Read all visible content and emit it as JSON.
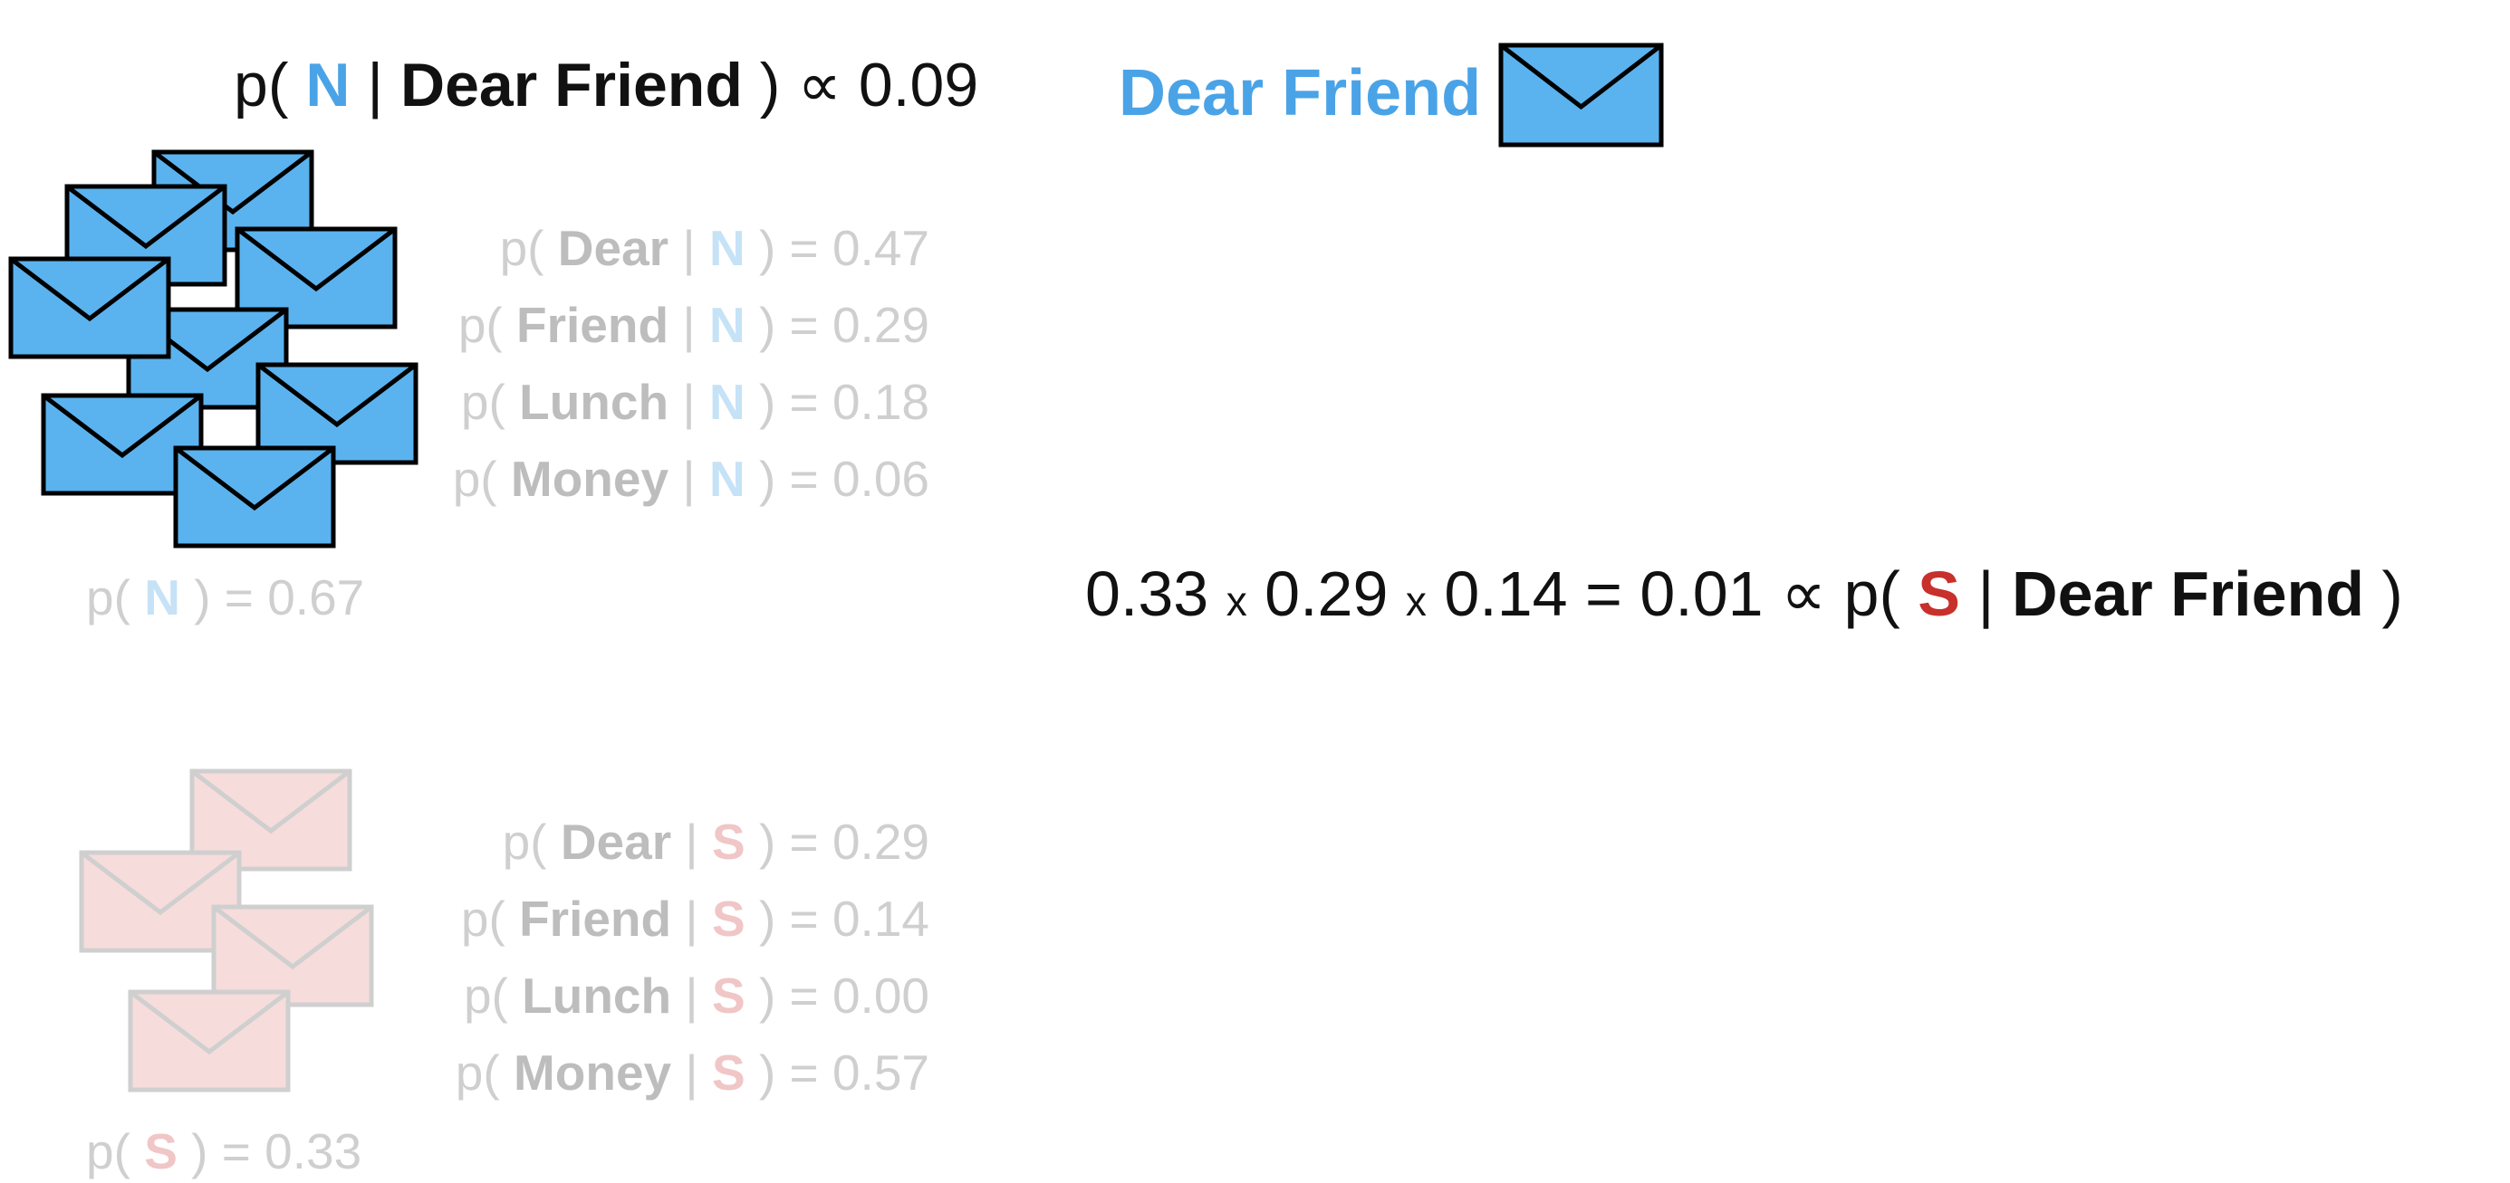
{
  "colors": {
    "normal": "#4aa3e6",
    "normal_envelope": "#5ab3ef",
    "spam": "#c8302c",
    "spam_envelope": "#f7dcdc",
    "faded_text": "#cfcfcf"
  },
  "icons": [
    "envelope-icon"
  ],
  "normal_posterior": {
    "prefix": "p(",
    "class": "N",
    "bar": "|",
    "words": "Dear Friend",
    "suffix": ")",
    "prop": "∝",
    "value": "0.09"
  },
  "message": {
    "text": "Dear Friend"
  },
  "normal_likelihoods": [
    {
      "prefix": "p(",
      "word": "Dear",
      "bar": "|",
      "class": "N",
      "suffix": ") = 0.47"
    },
    {
      "prefix": "p(",
      "word": "Friend",
      "bar": "|",
      "class": "N",
      "suffix": ") = 0.29"
    },
    {
      "prefix": "p(",
      "word": "Lunch",
      "bar": "|",
      "class": "N",
      "suffix": ") = 0.18"
    },
    {
      "prefix": "p(",
      "word": "Money",
      "bar": "|",
      "class": "N",
      "suffix": ") = 0.06"
    }
  ],
  "normal_prior": {
    "prefix": "p(",
    "class": "N",
    "suffix": ") = 0.67"
  },
  "spam_calc": {
    "a": "0.33",
    "x1": "x",
    "b": "0.29",
    "x2": "x",
    "c": "0.14",
    "eq": "=",
    "result": "0.01",
    "prop": "∝",
    "prefix": "p(",
    "class": "S",
    "bar": "|",
    "words": "Dear Friend",
    "suffix": ")"
  },
  "spam_likelihoods": [
    {
      "prefix": "p(",
      "word": "Dear",
      "bar": "|",
      "class": "S",
      "suffix": ") = 0.29"
    },
    {
      "prefix": "p(",
      "word": "Friend",
      "bar": "|",
      "class": "S",
      "suffix": ") = 0.14"
    },
    {
      "prefix": "p(",
      "word": "Lunch",
      "bar": "|",
      "class": "S",
      "suffix": ") = 0.00"
    },
    {
      "prefix": "p(",
      "word": "Money",
      "bar": "|",
      "class": "S",
      "suffix": ") = 0.57"
    }
  ],
  "spam_prior": {
    "prefix": "p(",
    "class": "S",
    "suffix": ") = 0.33"
  }
}
